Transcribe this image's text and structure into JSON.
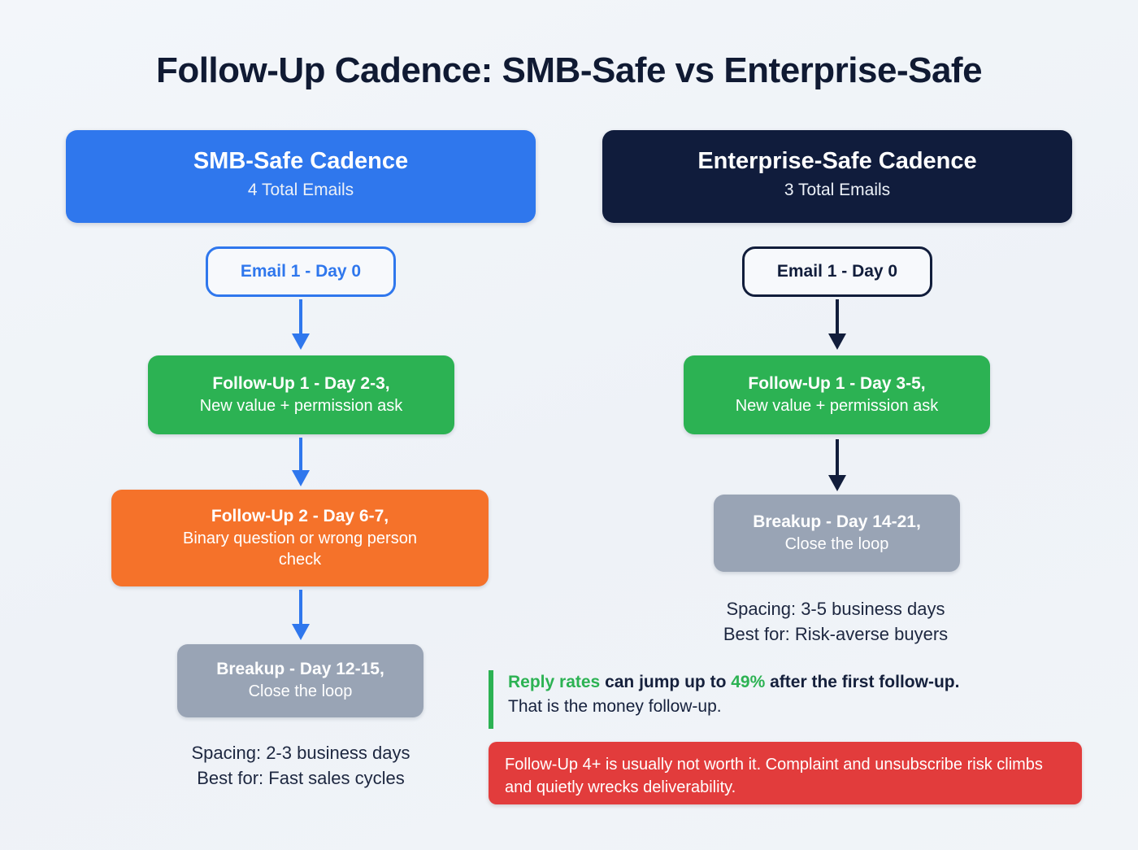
{
  "page": {
    "title": "Follow-Up Cadence: SMB-Safe vs Enterprise-Safe",
    "background_color": "#f1f4f8"
  },
  "colors": {
    "blue": "#2f77ed",
    "navy": "#101c3c",
    "green": "#2cb253",
    "orange": "#f5722a",
    "gray": "#99a4b5",
    "red": "#e23c3c",
    "text_dark": "#15203c"
  },
  "columns": [
    {
      "id": "smb",
      "header": {
        "title": "SMB-Safe Cadence",
        "subtitle": "4 Total Emails",
        "color": "#2f77ed"
      },
      "arrow_color": "#2f77ed",
      "nodes": [
        {
          "id": "l1",
          "style": "outline-blue",
          "title": "Email 1 - Day 0",
          "subtitle": ""
        },
        {
          "id": "l2",
          "style": "green",
          "title": "Follow-Up 1 - Day 2-3,",
          "subtitle": "New value + permission ask"
        },
        {
          "id": "l3",
          "style": "orange",
          "title": "Follow-Up 2 - Day 6-7,",
          "subtitle": "Binary question or wrong person check"
        },
        {
          "id": "l4",
          "style": "gray",
          "title": "Breakup - Day 12-15,",
          "subtitle": "Close the loop"
        }
      ],
      "meta": {
        "spacing": "Spacing: 2-3 business days",
        "best_for": "Best for: Fast sales cycles"
      }
    },
    {
      "id": "enterprise",
      "header": {
        "title": "Enterprise-Safe Cadence",
        "subtitle": "3 Total Emails",
        "color": "#101c3c"
      },
      "arrow_color": "#111d3b",
      "nodes": [
        {
          "id": "r1",
          "style": "outline-navy",
          "title": "Email 1 - Day 0",
          "subtitle": ""
        },
        {
          "id": "r2",
          "style": "green",
          "title": "Follow-Up 1 - Day 3-5,",
          "subtitle": "New value + permission ask"
        },
        {
          "id": "r3",
          "style": "gray",
          "title": "Breakup - Day 14-21,",
          "subtitle": "Close the loop"
        }
      ],
      "meta": {
        "spacing": "Spacing: 3-5 business days",
        "best_for": "Best for: Risk-averse buyers"
      }
    }
  ],
  "callout": {
    "accent_color": "#2cb253",
    "line1_part1": "Reply rates",
    "line1_part2": " can jump up to ",
    "line1_part3": "49%",
    "line1_part4": " after the first follow-up.",
    "line2": "That is the money follow-up."
  },
  "warning": {
    "background_color": "#e23c3c",
    "text": "Follow-Up 4+ is usually not worth it. Complaint and unsubscribe risk climbs and quietly wrecks deliverability."
  }
}
